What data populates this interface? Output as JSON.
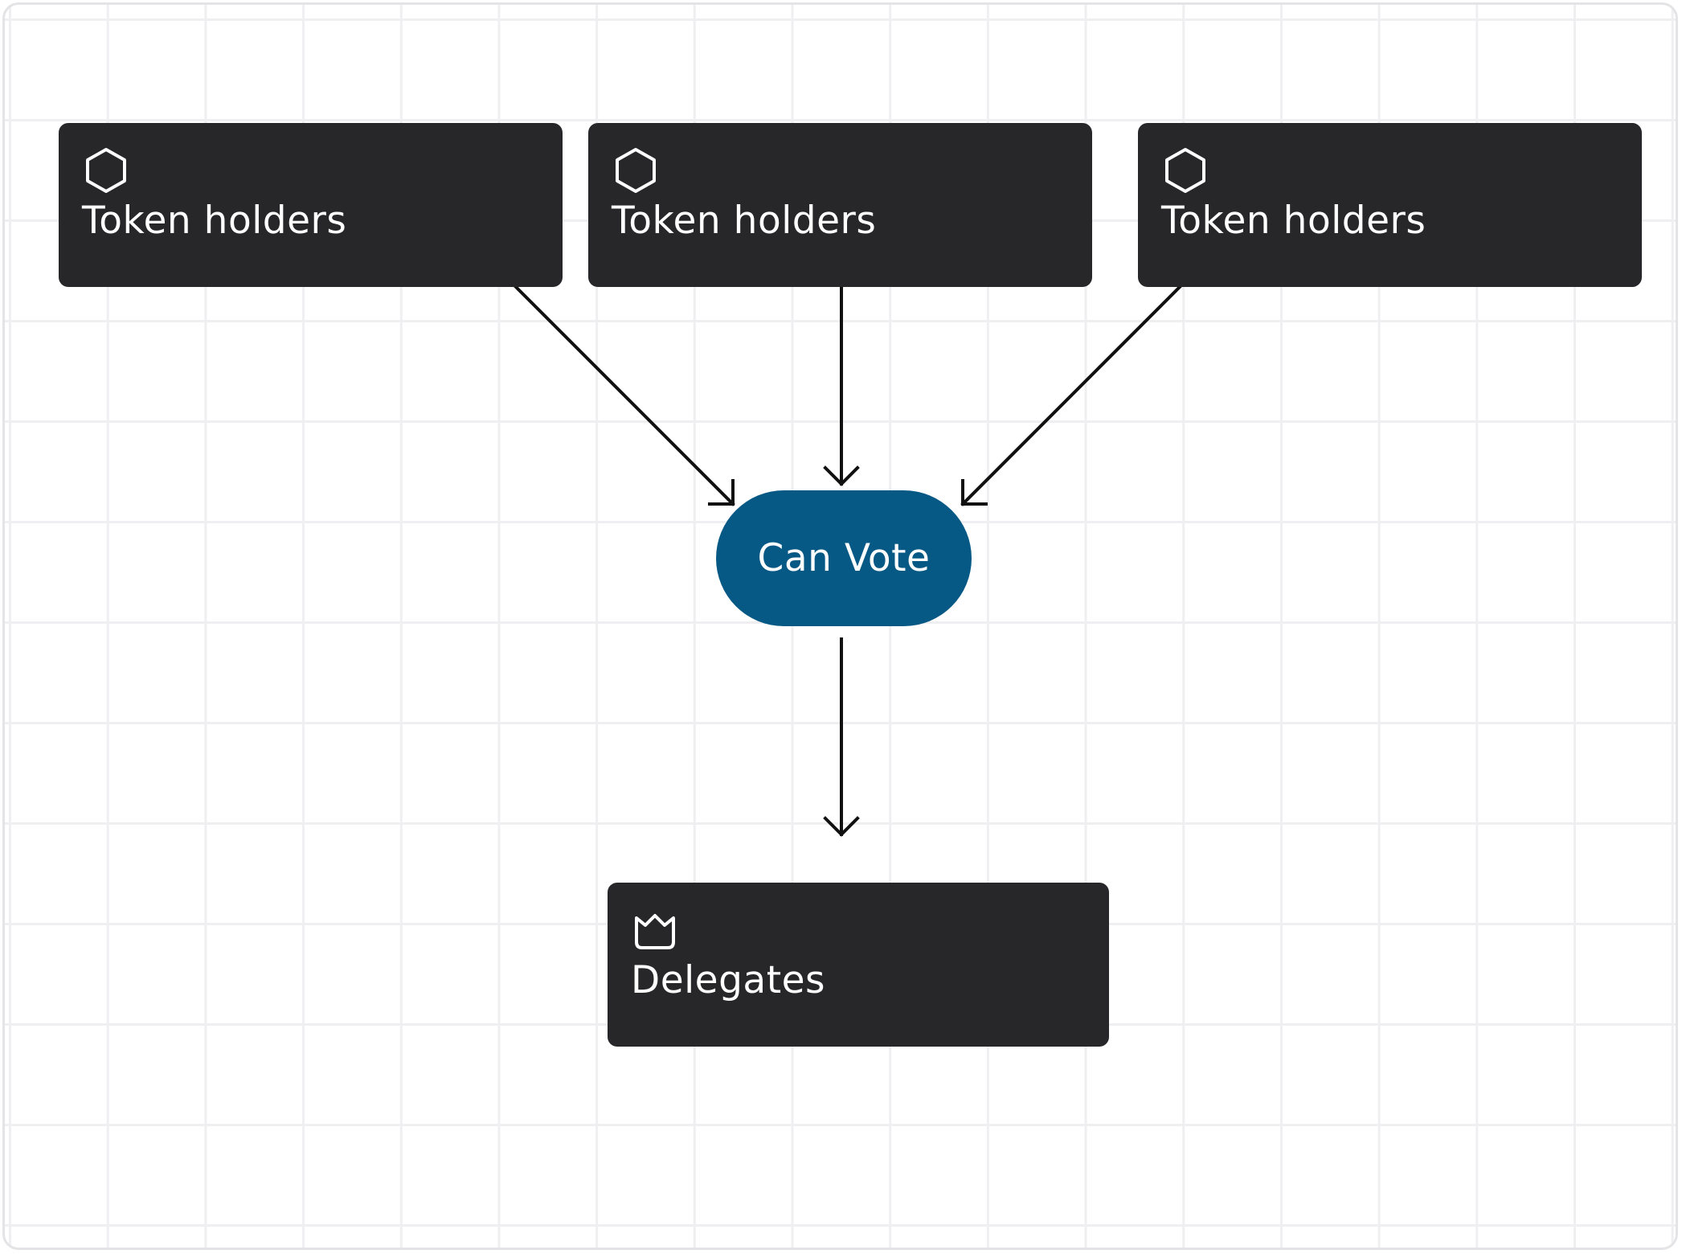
{
  "diagram": {
    "sources": [
      {
        "label": "Token holders",
        "icon": "hexagon-icon"
      },
      {
        "label": "Token holders",
        "icon": "hexagon-icon"
      },
      {
        "label": "Token holders",
        "icon": "hexagon-icon"
      }
    ],
    "decision": {
      "label": "Can Vote"
    },
    "target": {
      "label": "Delegates",
      "icon": "crown-icon"
    },
    "colors": {
      "node_background": "#27272a",
      "decision_background": "#075985",
      "text": "#ffffff",
      "edge": "#111111",
      "grid": "#efeff1"
    }
  }
}
